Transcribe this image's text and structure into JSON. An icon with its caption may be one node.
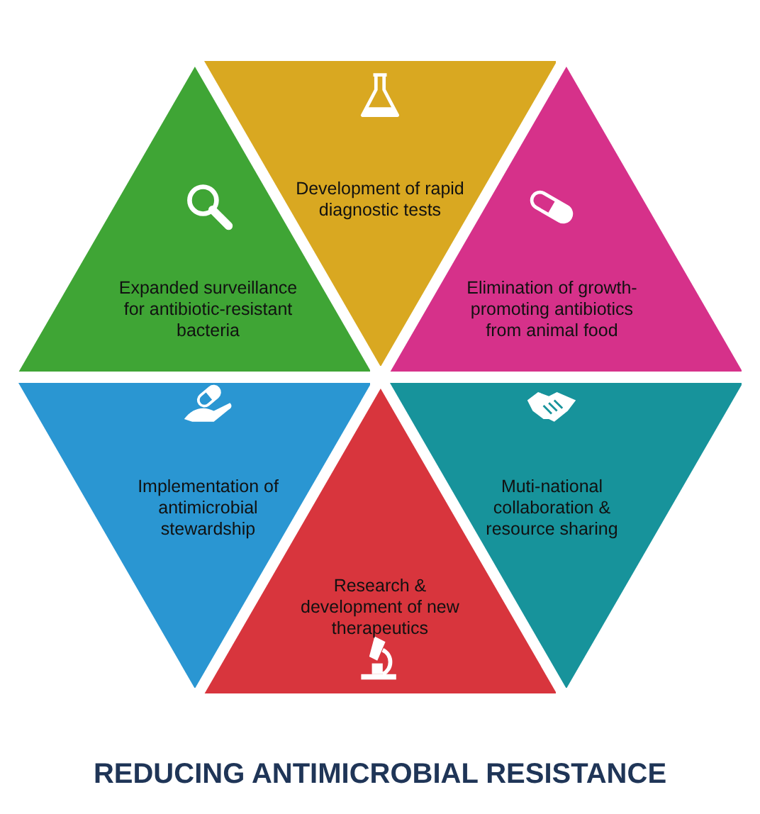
{
  "diagram": {
    "title": "REDUCING ANTIMICROBIAL RESISTANCE",
    "nodes": [
      {
        "text": [
          "Development of rapid diagnostic tests"
        ]
      },
      {
        "text": [
          "Elimination of growth-promoting antibiotics from animal food"
        ]
      },
      {
        "text": [
          "Muti-national collaboration & resource sharing"
        ]
      },
      {
        "text": [
          "Research & development of new therapeutics"
        ]
      },
      {
        "text": [
          "Implementation of antimicrobial stewardship"
        ]
      },
      {
        "text": [
          "Expanded surveillance for antibiotic-resistant bacteria"
        ]
      }
    ],
    "edges": []
  }
}
